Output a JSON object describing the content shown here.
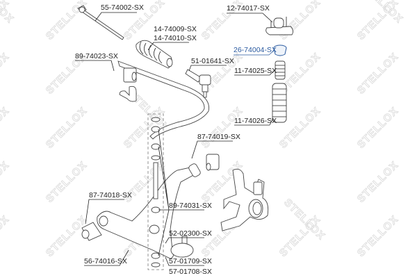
{
  "watermark": "STELLOX",
  "colors": {
    "label": "#222222",
    "highlight": "#2a5aa0",
    "watermark": "#dcdcdc"
  },
  "labels": [
    {
      "id": "tie-rod",
      "text": "55-74002-SX",
      "highlighted": false
    },
    {
      "id": "strut-mount",
      "text": "12-74017-SX",
      "highlighted": false
    },
    {
      "id": "boot-a",
      "text": "14-74009-SX",
      "highlighted": false
    },
    {
      "id": "boot-b",
      "text": "14-74010-SX",
      "highlighted": false
    },
    {
      "id": "bearing",
      "text": "26-74004-SX",
      "highlighted": true
    },
    {
      "id": "stab-bushing",
      "text": "89-74023-SX",
      "highlighted": false
    },
    {
      "id": "tie-rod-end",
      "text": "51-01641-SX",
      "highlighted": false
    },
    {
      "id": "bump-stop",
      "text": "11-74025-SX",
      "highlighted": false
    },
    {
      "id": "dust-boot",
      "text": "11-74026-SX",
      "highlighted": false
    },
    {
      "id": "arm-bushing-rear",
      "text": "87-74019-SX",
      "highlighted": false
    },
    {
      "id": "arm-bushing-front",
      "text": "87-74018-SX",
      "highlighted": false
    },
    {
      "id": "link-bushing",
      "text": "89-74031-SX",
      "highlighted": false
    },
    {
      "id": "ball-joint",
      "text": "52-02300-SX",
      "highlighted": false
    },
    {
      "id": "stab-link",
      "text": "56-74016-SX",
      "highlighted": false
    },
    {
      "id": "control-arm-l",
      "text": "57-01709-SX",
      "highlighted": false
    },
    {
      "id": "control-arm-r",
      "text": "57-01708-SX",
      "highlighted": false
    }
  ]
}
